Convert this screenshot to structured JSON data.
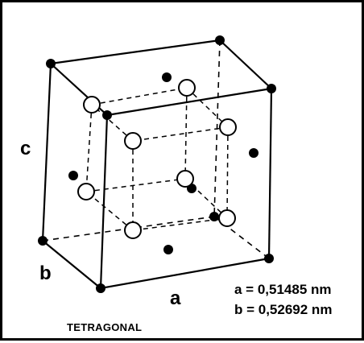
{
  "labels": {
    "c": "c",
    "b": "b",
    "a": "a"
  },
  "parameters": {
    "a": "a = 0,51485 nm",
    "b": "b = 0,52692 nm"
  },
  "title": "TETRAGONAL",
  "colors": {
    "line": "#000000",
    "background": "#ffffff"
  }
}
